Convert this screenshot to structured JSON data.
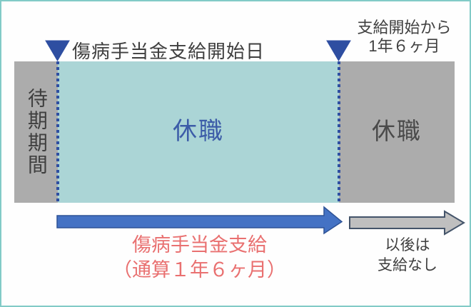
{
  "annotations": {
    "start_label": "傷病手当金支給開始日",
    "end_label_line1": "支給開始から",
    "end_label_line2": "1年６ヶ月"
  },
  "timeline": {
    "waiting_label": "待期期間",
    "leave_paid_label": "休職",
    "leave_unpaid_label": "休職"
  },
  "captions": {
    "paid_line1": "傷病手当金支給",
    "paid_line2": "（通算１年６ヶ月）",
    "unpaid_line1": "以後は",
    "unpaid_line2": "支給なし"
  },
  "colors": {
    "frame_border": "#82cbc7",
    "marker_blue": "#2e4ea1",
    "dotted_line_blue": "#2e4ea1",
    "waiting_box_bg": "#acacac",
    "leave_paid_box_bg": "#abd5d6",
    "leave_unpaid_box_bg": "#acacac",
    "leave_paid_text": "#3c5ca8",
    "dark_text": "#3f3f3f",
    "paid_arrow_fill": "#4472c4",
    "paid_arrow_stroke": "#2e5396",
    "unpaid_arrow_fill": "#bfbfbf",
    "unpaid_arrow_stroke": "#44546a",
    "paid_caption_red": "#e97070"
  }
}
